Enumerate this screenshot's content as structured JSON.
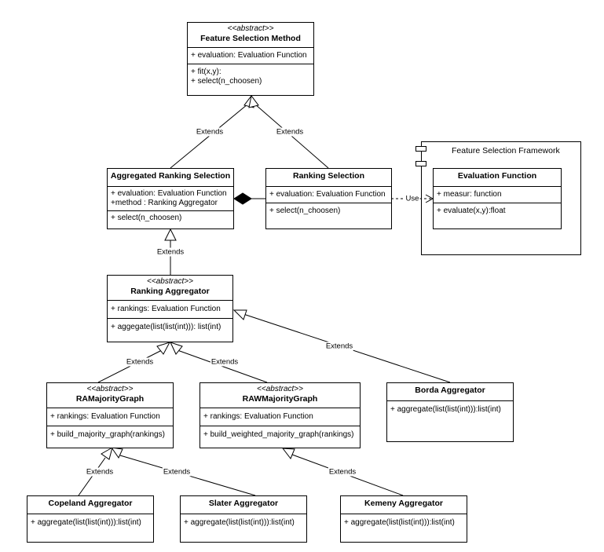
{
  "framework": {
    "title": "Feature Selection Framework"
  },
  "classes": {
    "fsm": {
      "stereotype": "<<abstract>>",
      "name": "Feature Selection Method",
      "attributes": [
        "+ evaluation: Evaluation Function"
      ],
      "methods": [
        "+ fit(x,y):",
        "+ select(n_choosen)"
      ]
    },
    "ars": {
      "stereotype": "",
      "name": "Aggregated Ranking Selection",
      "attributes": [
        "+ evaluation: Evaluation Function",
        "+method : Ranking Aggregator"
      ],
      "methods": [
        "+ select(n_choosen)"
      ]
    },
    "rs": {
      "stereotype": "",
      "name": "Ranking Selection",
      "attributes": [
        "+ evaluation: Evaluation Function"
      ],
      "methods": [
        "+ select(n_choosen)"
      ]
    },
    "ef": {
      "stereotype": "",
      "name": "Evaluation Function",
      "attributes": [
        "+ measur: function"
      ],
      "methods": [
        "+ evaluate(x,y):float"
      ]
    },
    "ra": {
      "stereotype": "<<abstract>>",
      "name": "Ranking Aggregator",
      "attributes": [
        "+ rankings: Evaluation Function"
      ],
      "methods": [
        "+ aggegate(list(list(int))): list(int)"
      ]
    },
    "ramg": {
      "stereotype": "<<abstract>>",
      "name": "RAMajorityGraph",
      "attributes": [
        "+ rankings: Evaluation Function"
      ],
      "methods": [
        "+ build_majority_graph(rankings)"
      ]
    },
    "rawmg": {
      "stereotype": "<<abstract>>",
      "name": "RAWMajorityGraph",
      "attributes": [
        "+ rankings: Evaluation Function"
      ],
      "methods": [
        "+ build_weighted_majority_graph(rankings)"
      ]
    },
    "borda": {
      "stereotype": "",
      "name": "Borda Aggregator",
      "attributes": [],
      "methods": [
        "+ aggregate(list(list(int))):list(int)"
      ]
    },
    "copeland": {
      "stereotype": "",
      "name": "Copeland Aggregator",
      "attributes": [],
      "methods": [
        "+ aggregate(list(list(int))):list(int)"
      ]
    },
    "slater": {
      "stereotype": "",
      "name": "Slater Aggregator",
      "attributes": [],
      "methods": [
        "+ aggregate(list(list(int))):list(int)"
      ]
    },
    "kemeny": {
      "stereotype": "",
      "name": "Kemeny Aggregator",
      "attributes": [],
      "methods": [
        "+ aggregate(list(list(int))):list(int)"
      ]
    }
  },
  "edges": {
    "extends_label": "Extends",
    "use_label": "Use"
  }
}
